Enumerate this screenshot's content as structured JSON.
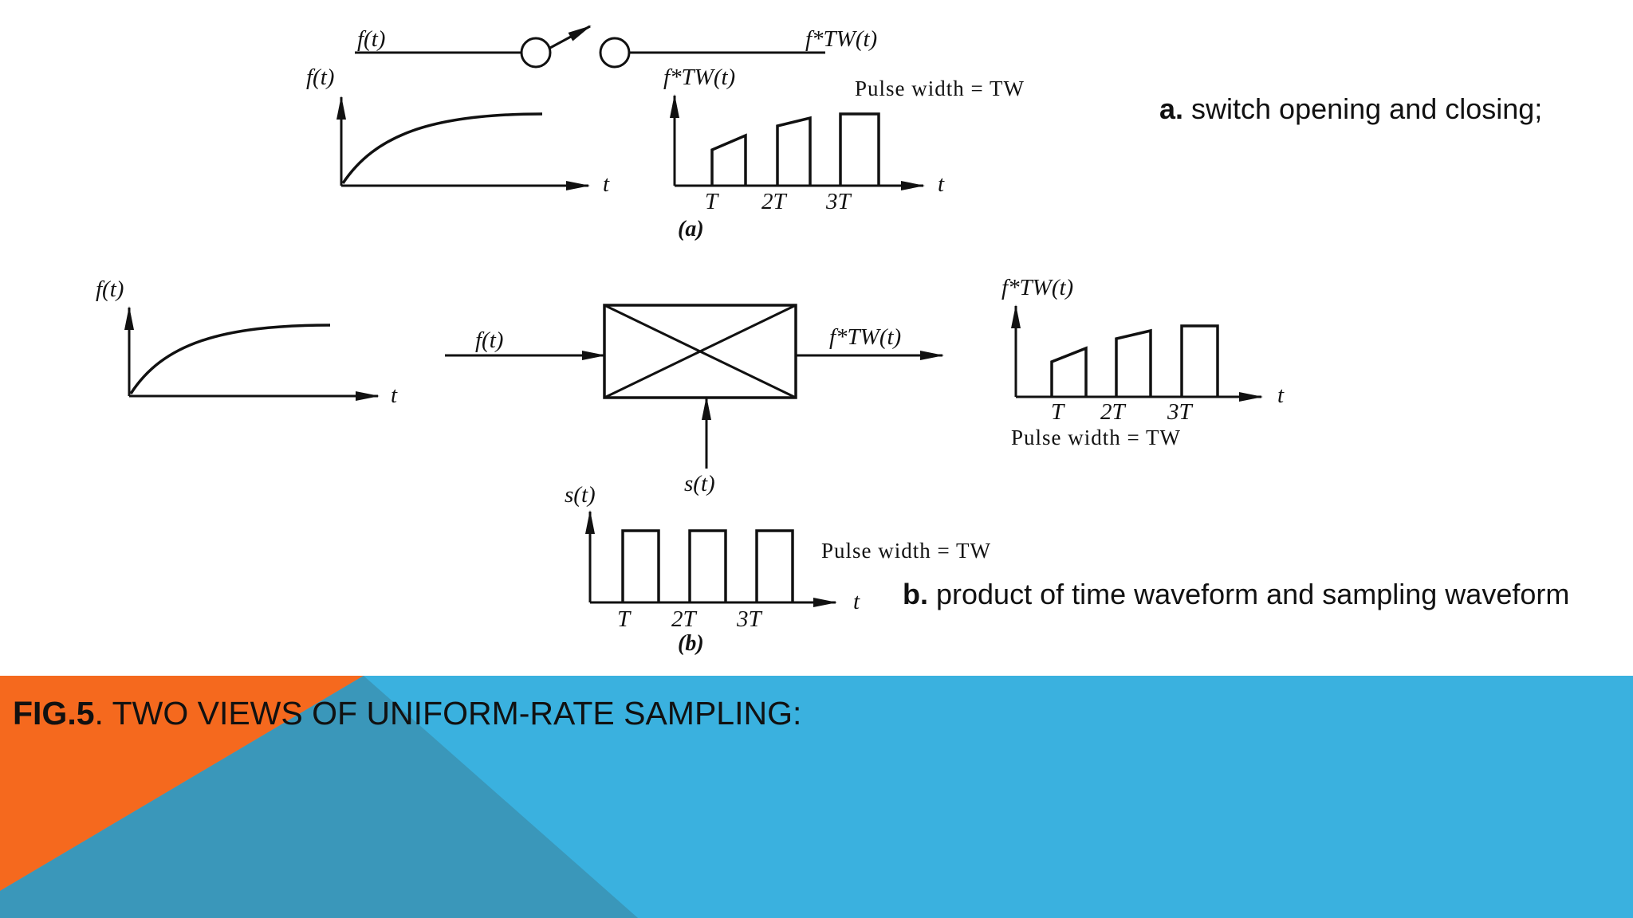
{
  "colors": {
    "banner_blue": "#3AB1DF",
    "banner_orange": "#F5691E",
    "banner_overlap": "#3A97BA",
    "ink": "#111111"
  },
  "diagram": {
    "part_a": {
      "switch_input_label": "f(t)",
      "switch_output_label": "f*TW(t)",
      "input_plot_ylabel": "f(t)",
      "input_plot_xlabel": "t",
      "output_plot_ylabel": "f*TW(t)",
      "output_plot_xlabel": "t",
      "ticks": [
        "T",
        "2T",
        "3T"
      ],
      "pulse_width_text": "Pulse width = TW",
      "caption": "(a)"
    },
    "part_b": {
      "input_plot_ylabel": "f(t)",
      "input_plot_xlabel": "t",
      "multiplier_input_label": "f(t)",
      "multiplier_output_label": "f*TW(t)",
      "sampling_input_label": "s(t)",
      "output_plot_ylabel": "f*TW(t)",
      "output_plot_xlabel": "t",
      "output_ticks": [
        "T",
        "2T",
        "3T"
      ],
      "output_pulse_width_text": "Pulse width = TW",
      "sampling_plot_ylabel": "s(t)",
      "sampling_plot_xlabel": "t",
      "sampling_ticks": [
        "T",
        "2T",
        "3T"
      ],
      "sampling_pulse_width_text": "Pulse width = TW",
      "caption": "(b)"
    }
  },
  "notes": {
    "a_prefix": "a.",
    "a_text": " switch opening and closing;",
    "b_prefix": "b.",
    "b_text": " product of time waveform and sampling waveform"
  },
  "figure_title": {
    "prefix": "FIG.5",
    "text": ". TWO VIEWS OF UNIFORM-RATE SAMPLING:"
  }
}
